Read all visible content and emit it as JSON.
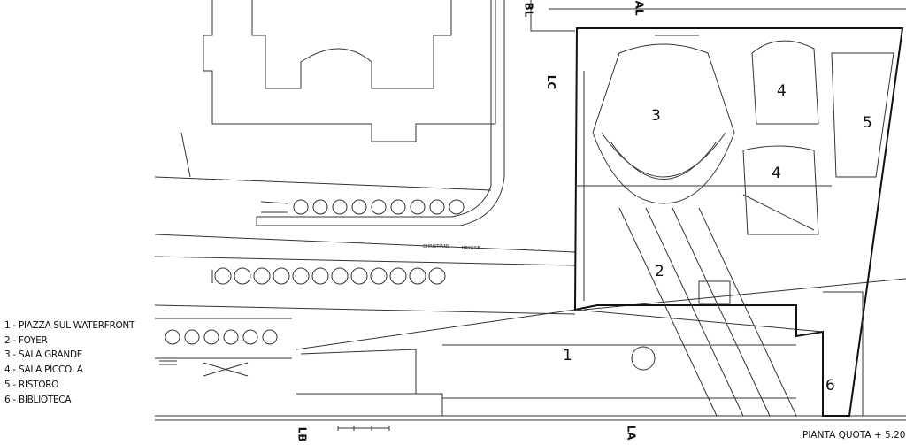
{
  "legend": [
    "1 - PIAZZA SUL WATERFRONT",
    "2 - FOYER",
    "3 - SALA GRANDE",
    "4 - SALA PICCOLA",
    "5 - RISTORO",
    "6 - BIBLIOTECA"
  ],
  "caption": "PIANTA QUOTA + 5.20",
  "room_numbers": [
    "1",
    "2",
    "3",
    "4",
    "4",
    "5",
    "6"
  ],
  "section_marks": {
    "bl": "BL",
    "al": "AL",
    "lc": "LC",
    "lb": "LB",
    "la": "LA"
  },
  "street": [
    "CHRISTIANS",
    "BRYGGE"
  ]
}
